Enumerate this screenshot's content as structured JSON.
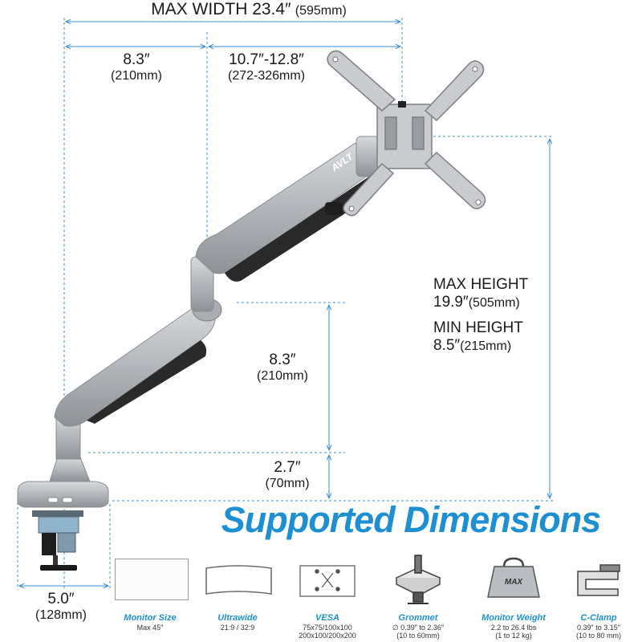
{
  "dimensions": {
    "max_width": {
      "label": "MAX WIDTH 23.4″",
      "metric": "(595mm)"
    },
    "upper_arm": {
      "imperial": "8.3″",
      "metric": "(210mm)"
    },
    "vesa_reach": {
      "imperial": "10.7″-12.8″",
      "metric": "(272-326mm)"
    },
    "max_height": {
      "label": "MAX HEIGHT",
      "imperial": "19.9″",
      "metric": "(505mm)"
    },
    "min_height": {
      "label": "MIN HEIGHT",
      "imperial": "8.5″",
      "metric": "(215mm)"
    },
    "lower_arm_height": {
      "imperial": "8.3″",
      "metric": "(210mm)"
    },
    "pole_height": {
      "imperial": "2.7″",
      "metric": "(70mm)"
    },
    "base_width": {
      "imperial": "5.0″",
      "metric": "(128mm)"
    }
  },
  "brand_logo": "AVLT",
  "headline": "Supported Dimensions",
  "specs": [
    {
      "title": "Monitor Size",
      "lines": [
        "Max 45″"
      ],
      "icon": "monitor-size-icon"
    },
    {
      "title": "Ultrawide",
      "lines": [
        "21:9 / 32:9"
      ],
      "icon": "ultrawide-icon"
    },
    {
      "title": "VESA",
      "lines": [
        "75x75/100x100",
        "200x100/200x200"
      ],
      "icon": "vesa-icon"
    },
    {
      "title": "Grommet",
      "lines": [
        "∅ 0.39″ to 2.36″",
        "(10 to 60mm)"
      ],
      "icon": "grommet-icon"
    },
    {
      "title": "Monitor Weight",
      "lines": [
        "2.2 to 26.4 lbs",
        "(1 to 12 kg)"
      ],
      "icon": "weight-icon",
      "icon_text": "MAX"
    },
    {
      "title": "C-Clamp",
      "lines": [
        "0.39″ to 3.15″",
        "(10 to 80 mm)"
      ],
      "icon": "c-clamp-icon"
    }
  ],
  "colors": {
    "accent": "#1e90d2",
    "dimension_line": "#3b8fd0",
    "arm_silver": "#b9bcc0",
    "arm_dark": "#2a2a2a"
  }
}
